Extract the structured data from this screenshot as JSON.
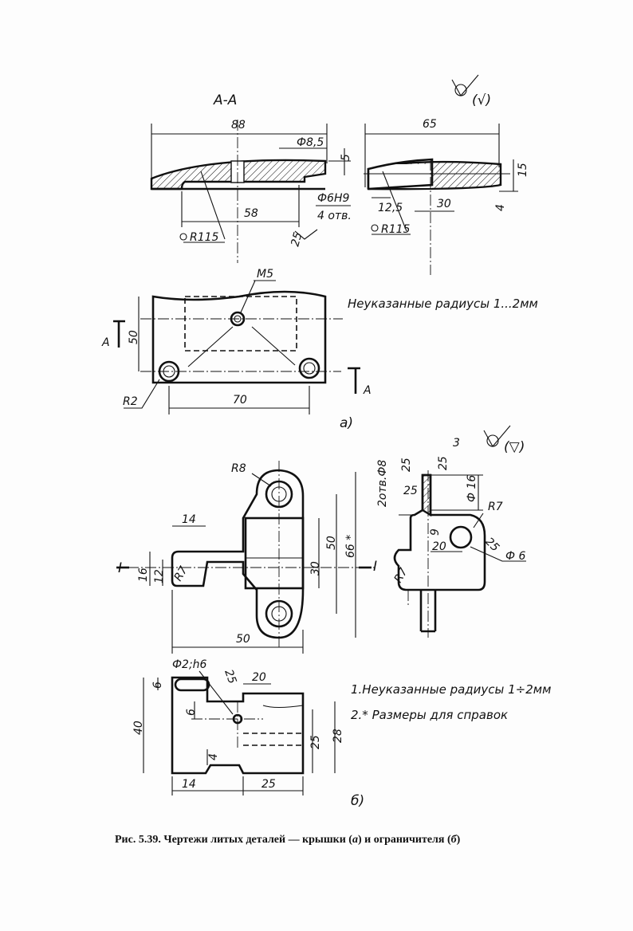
{
  "part_a": {
    "section_label": "А-А",
    "roughness_mark": "(√)",
    "dims": {
      "overall_length": "88",
      "hole_dia": "Ф8,5",
      "height_5": "5",
      "hole_fit": "Ф6Н9",
      "hole_count": "4 отв.",
      "length_58": "58",
      "radius_115": "R115",
      "roughness_25": "25",
      "width_65": "65",
      "height_15": "15",
      "depth_4": "4",
      "chamfer_12_5": "12,5",
      "len_30": "30",
      "radius_115_b": "R115",
      "thread_m5": "М5",
      "height_50": "50",
      "len_70": "70",
      "radius_r2": "R2"
    },
    "note": "Неуказанные радиусы 1...2мм",
    "section_mark": "А",
    "view_label": "а)"
  },
  "part_b": {
    "roughness_mark": "(▽)",
    "dims": {
      "r8": "R8",
      "d14": "14",
      "d16": "16",
      "d12": "12",
      "r7": "R7",
      "d30": "30",
      "d50": "50",
      "d66": "66 *",
      "d50_bottom": "50",
      "holes": "2отв.Ф8",
      "d3": "3",
      "d25a": "25",
      "d25b": "25",
      "d25c": "25",
      "phi16": "Ф 16",
      "r7b": "R7",
      "d9": "9",
      "d20": "20",
      "d25d": "25",
      "phi6": "Ф 6",
      "r7c": "R7",
      "fit": "Ф2;h6",
      "d25e": "25",
      "d20b": "20",
      "d6a": "6",
      "d6b": "6",
      "d40": "40",
      "d4": "4",
      "d25f": "25",
      "d28": "28",
      "d14b": "14",
      "d25g": "25"
    },
    "section_mark": "I",
    "notes": [
      "1.Неуказанные радиусы 1÷2мм",
      "2.* Размеры для справок"
    ],
    "view_label": "б)"
  },
  "caption": {
    "prefix": "Рис. 5.39.",
    "text": " Чертежи литых деталей — крышки (",
    "a": "а",
    "mid": ") и ограничителя (",
    "b": "б",
    "end": ")"
  }
}
